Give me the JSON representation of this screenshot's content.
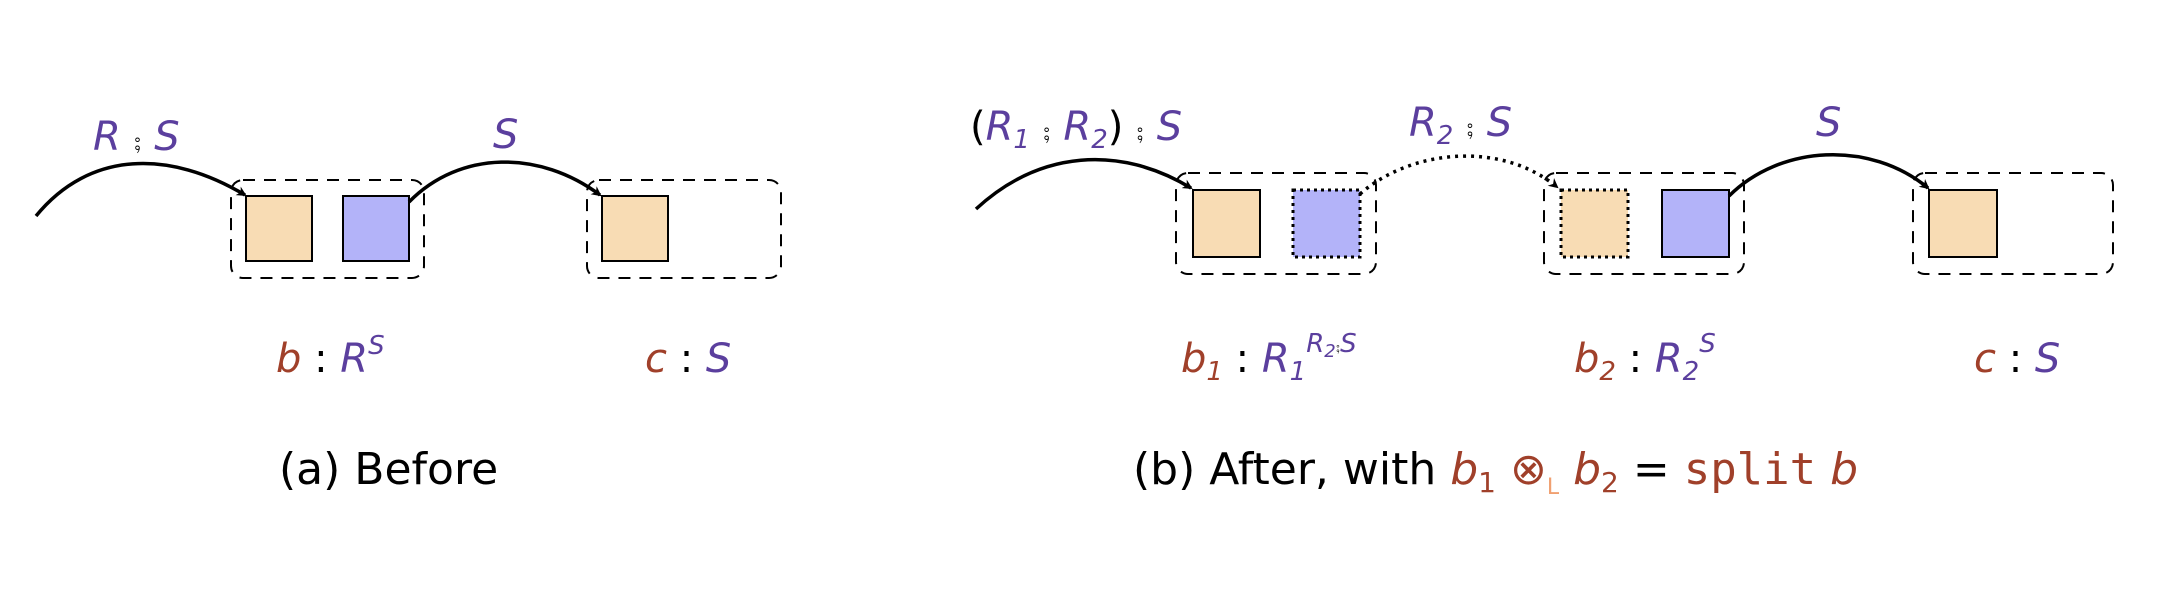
{
  "colors": {
    "type": "#5b3f9e",
    "var": "#a0402a",
    "orange_cell": "#f8dcb4",
    "blue_cell": "#b3b3f9",
    "lin_sub": "#f0a070"
  },
  "panel_a": {
    "caption": "(a) Before",
    "arrow1": {
      "R": "R",
      "semi": " ⨾ ",
      "S": "S"
    },
    "arrow2": {
      "S": "S"
    },
    "block_b": {
      "var": "b",
      "colon": " : ",
      "type": "R",
      "sup": "S"
    },
    "block_c": {
      "var": "c",
      "colon": " : ",
      "type": "S"
    }
  },
  "panel_b": {
    "caption": {
      "prefix": "(b) After, with ",
      "b1": "b",
      "b1_sub": "1",
      "otimes": " ⊗",
      "L": "L",
      "b2": " b",
      "b2_sub": "2",
      "eq": " = ",
      "split": "split",
      "b": " b"
    },
    "arrow1": {
      "open": "(",
      "R1": "R",
      "R1_sub": "1",
      "semi1": " ⨾ ",
      "R2": "R",
      "R2_sub": "2",
      "close": ")",
      "semi2": " ⨾ ",
      "S": "S"
    },
    "arrow2": {
      "R2": "R",
      "R2_sub": "2",
      "semi": " ⨾ ",
      "S": "S"
    },
    "arrow3": {
      "S": "S"
    },
    "block_b1": {
      "var": "b",
      "var_sub": "1",
      "colon": " : ",
      "type": "R",
      "type_sub": "1",
      "sup_R": "R",
      "sup_R_sub": "2",
      "sup_semi": "⨾",
      "sup_S": "S"
    },
    "block_b2": {
      "var": "b",
      "var_sub": "2",
      "colon": " : ",
      "type": "R",
      "type_sub": "2",
      "sup": "S"
    },
    "block_c": {
      "var": "c",
      "colon": " : ",
      "type": "S"
    }
  }
}
